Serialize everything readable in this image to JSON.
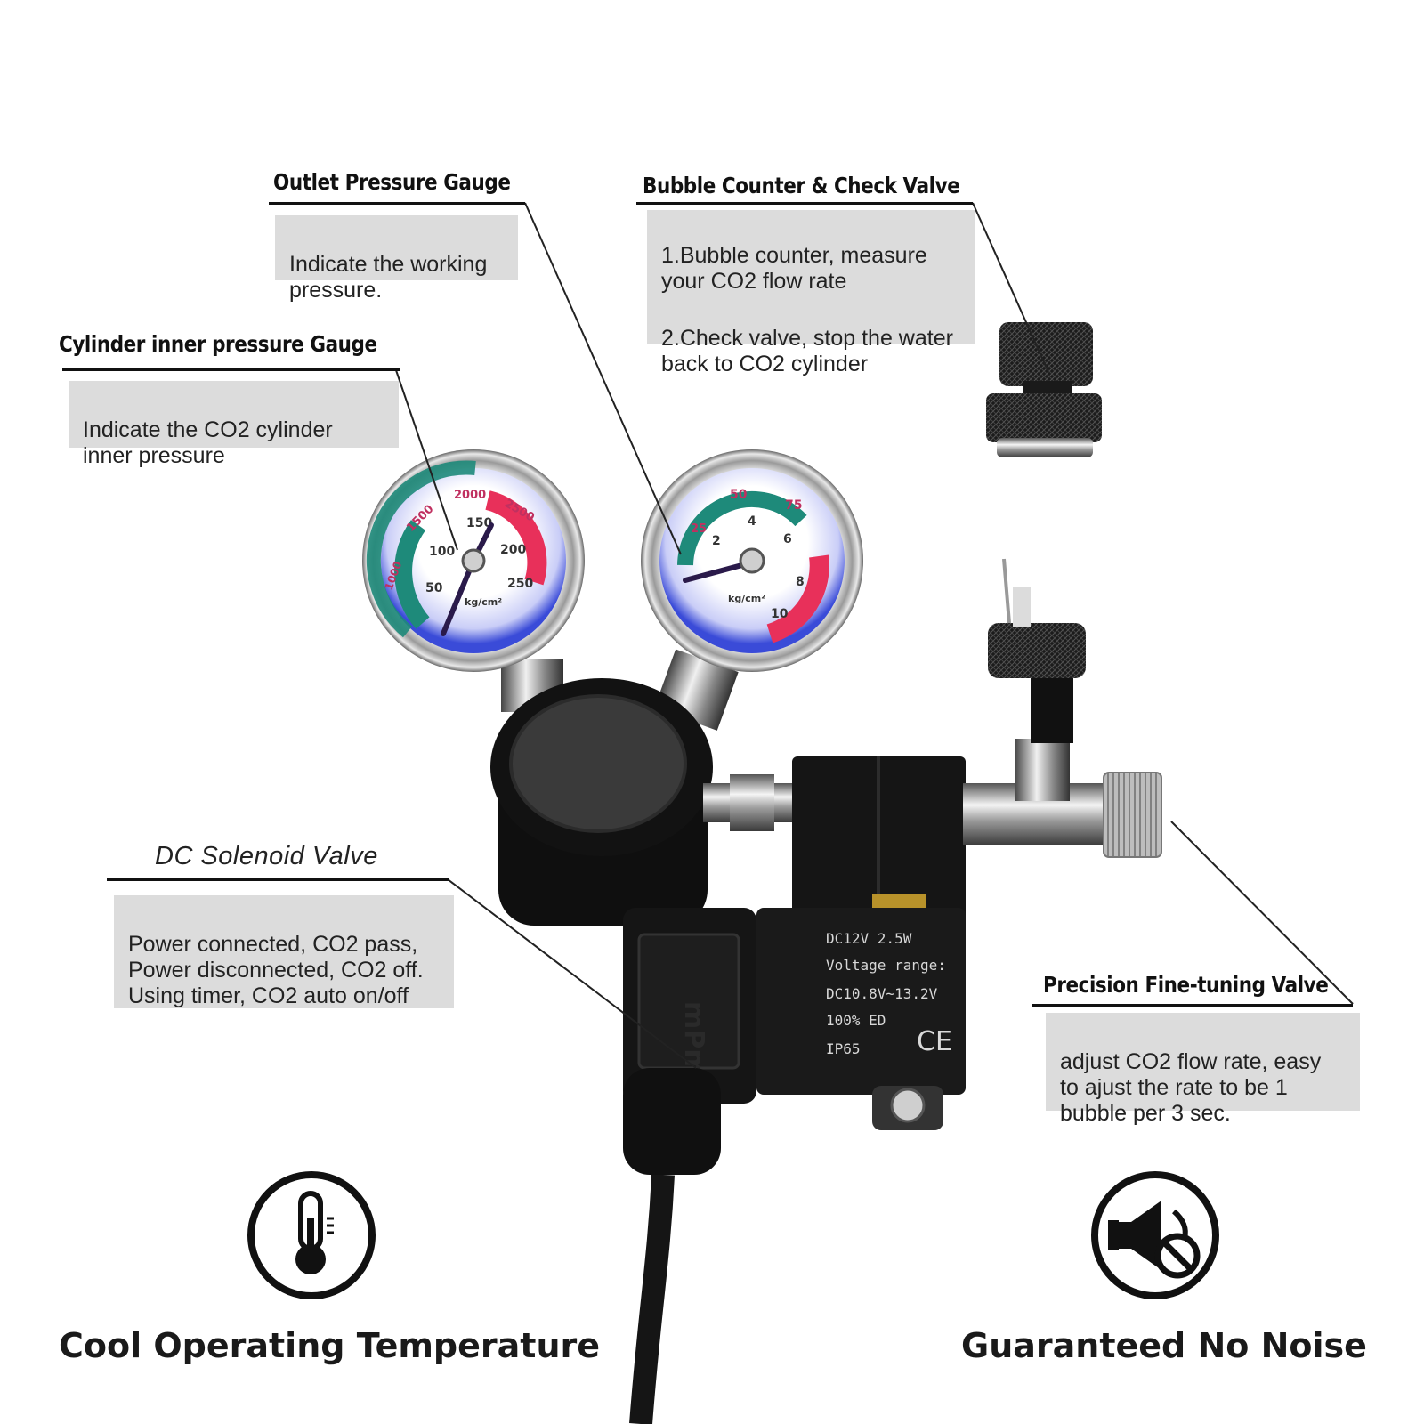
{
  "callouts": {
    "outlet_gauge": {
      "heading": "Outlet Pressure Gauge",
      "lines": [
        "Indicate the working\npressure."
      ]
    },
    "bubble_counter": {
      "heading": "Bubble Counter & Check Valve",
      "lines": [
        "1.Bubble counter, measure\nyour CO2 flow rate",
        "2.Check valve, stop the water\nback to CO2 cylinder"
      ]
    },
    "cylinder_gauge": {
      "heading": "Cylinder inner pressure Gauge",
      "lines": [
        "Indicate the CO2 cylinder\ninner pressure"
      ]
    },
    "solenoid": {
      "heading": "DC Solenoid Valve",
      "lines": [
        "Power connected, CO2  pass,\nPower disconnected, CO2 off.\nUsing timer, CO2 auto on/off"
      ]
    },
    "fine_tuning": {
      "heading": "Precision Fine-tuning Valve",
      "lines": [
        "adjust CO2 flow rate, easy\nto ajust the rate to be 1\nbubble per 3 sec."
      ]
    }
  },
  "features": [
    {
      "label": "Cool Operating Temperature",
      "icon": "thermometer-icon"
    },
    {
      "label": "Guaranteed No Noise",
      "icon": "muted-speaker-icon"
    }
  ],
  "product": {
    "left_gauge": {
      "outer_scale": [
        "1000",
        "1500",
        "2000",
        "2500"
      ],
      "inner_scale": [
        "50",
        "100",
        "150",
        "200",
        "250"
      ],
      "unit": "kg/cm²"
    },
    "right_gauge": {
      "outer_scale": [
        "25",
        "50",
        "75"
      ],
      "inner_scale": [
        "2",
        "4",
        "6",
        "8",
        "10"
      ],
      "unit": "kg/cm²"
    },
    "solenoid_plate": [
      "DC12V    2.5W",
      "Voltage  range:",
      "DC10.8V~13.2V",
      "100% ED",
      "IP65"
    ],
    "solenoid_mark": "CE",
    "brand_mark": "mPm"
  },
  "colors": {
    "box_bg": "#dcdcdc",
    "gauge_red": "#e8305a",
    "gauge_green": "#1e8a7a",
    "gauge_blue_glow": "#3a4bd8"
  }
}
